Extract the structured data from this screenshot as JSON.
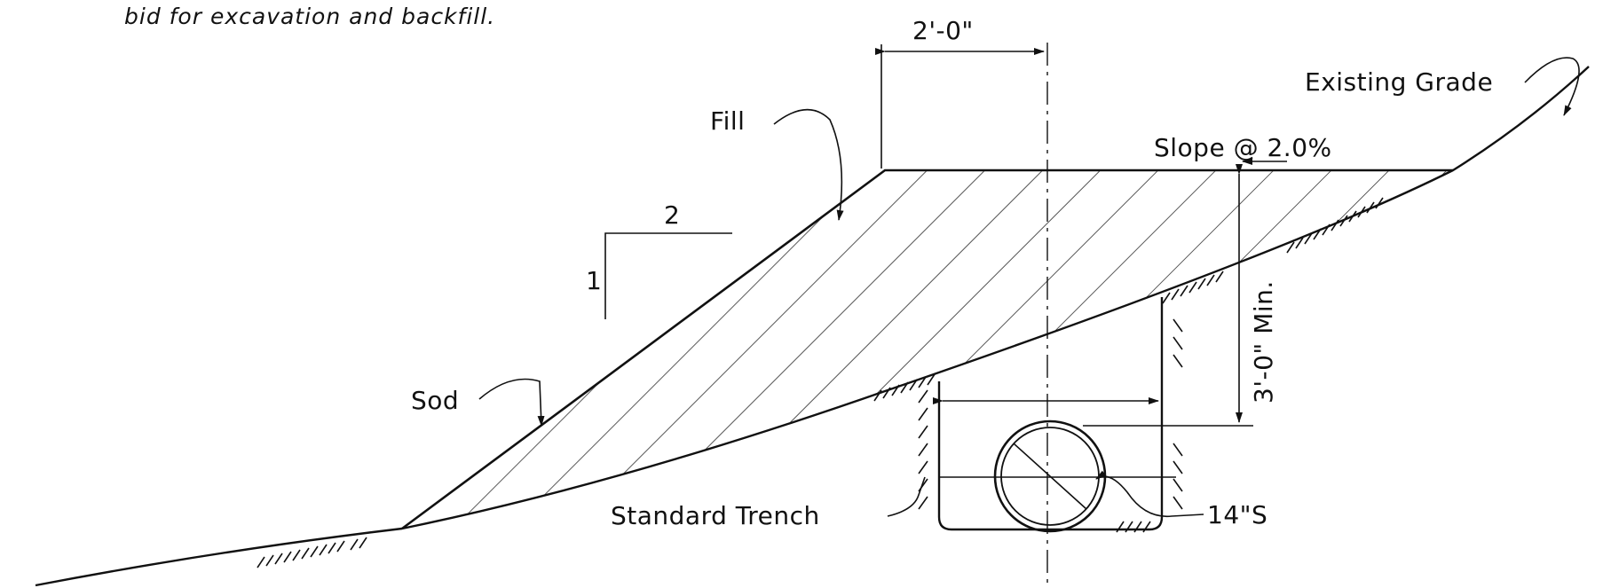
{
  "note_text": "bid for excavation and backfill.",
  "labels": {
    "existing_grade": "Existing Grade",
    "fill": "Fill",
    "slope": "Slope @ 2.0%",
    "dim_top": "2'-0\"",
    "slope_run": "2",
    "slope_rise": "1",
    "sod": "Sod",
    "min_cover": "3'-0\" Min.",
    "standard_trench": "Standard Trench",
    "pipe": "14\"S"
  },
  "colors": {
    "ink": "#111111",
    "paper": "#ffffff"
  }
}
